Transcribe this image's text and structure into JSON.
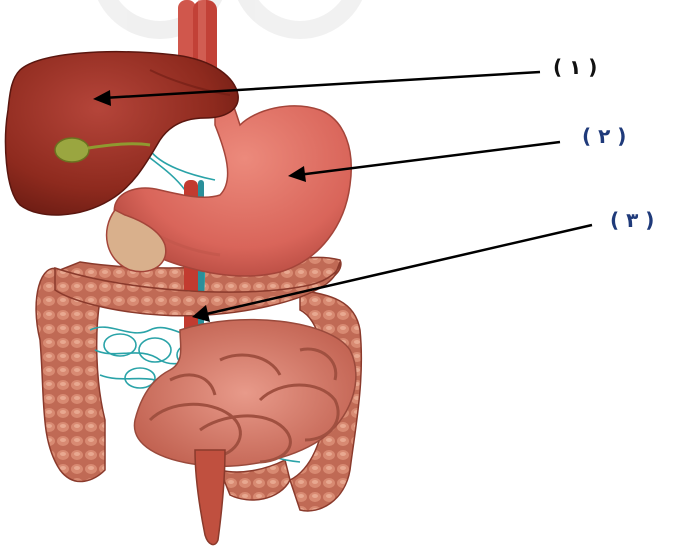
{
  "labels": {
    "label_1": "( ١ )",
    "label_2": "( ٢ )",
    "label_3": "( ٣ )"
  },
  "colors": {
    "liver": "#8e2a1e",
    "stomach": "#d9655a",
    "intestine": "#c9705f",
    "vessel": "#2aa3a8",
    "gallbladder": "#9aa640",
    "label_blue": "#1f3a7a",
    "arrow": "#000000"
  }
}
